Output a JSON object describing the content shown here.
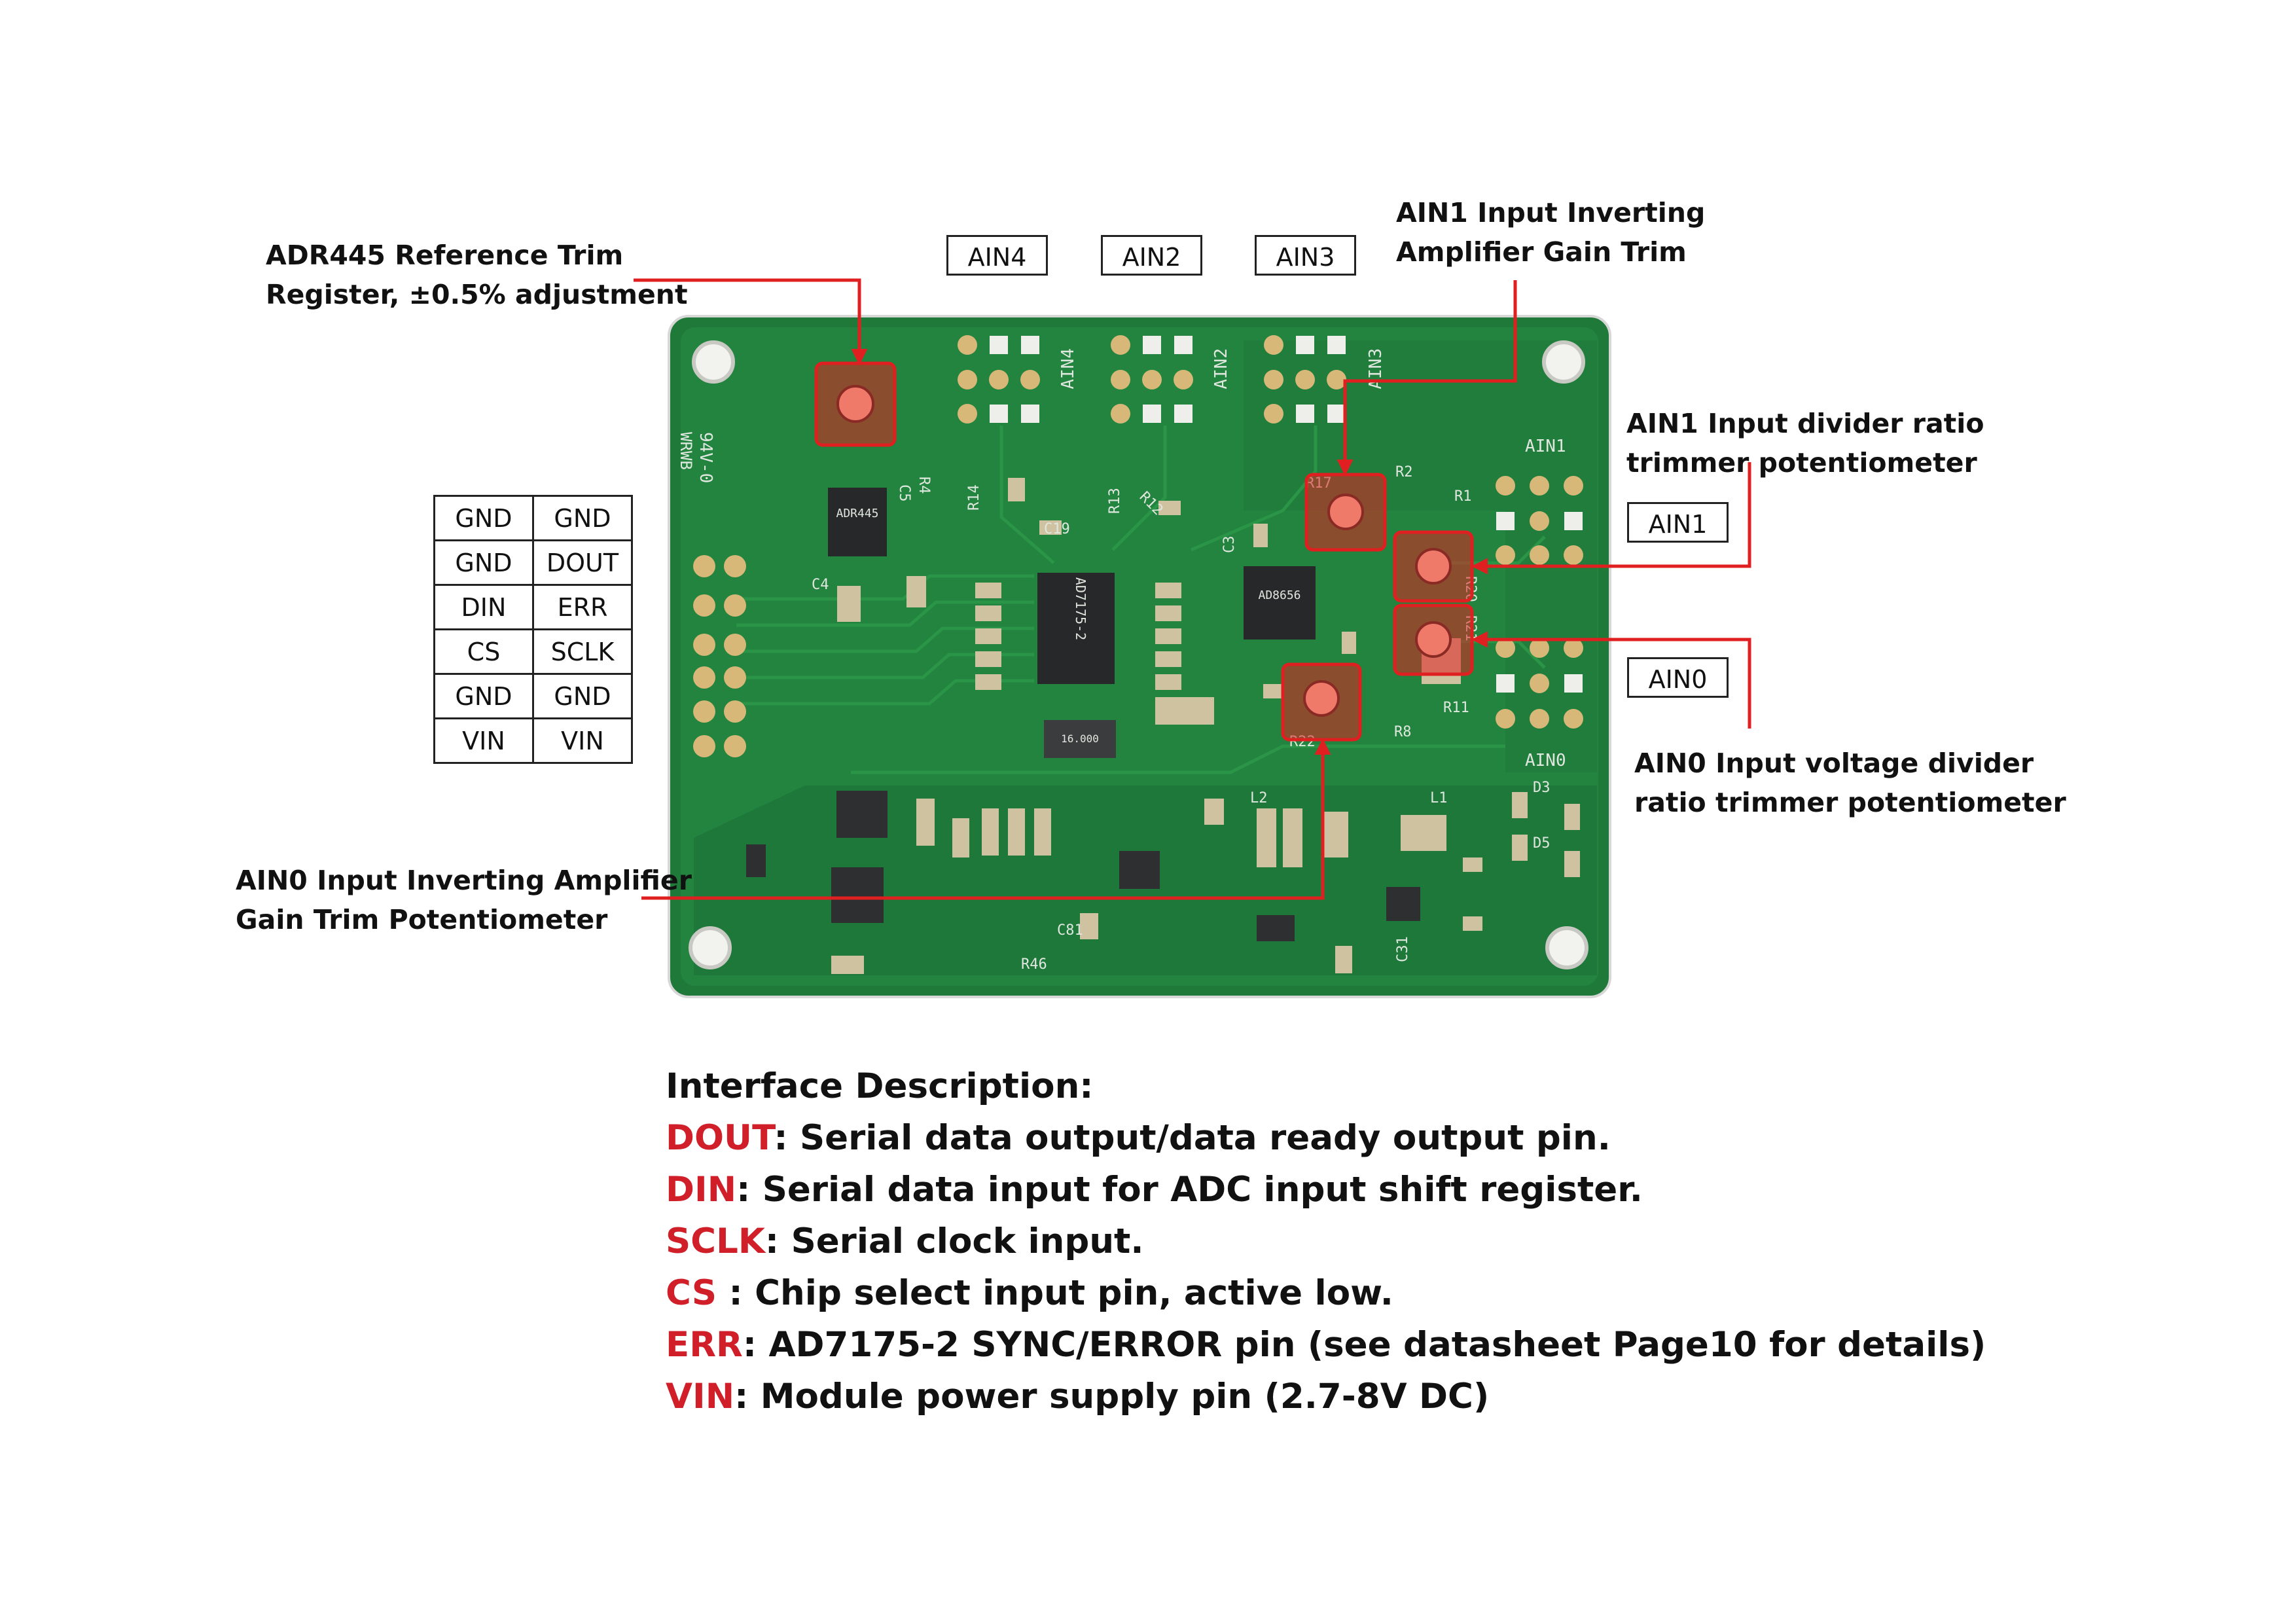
{
  "callouts": {
    "adr445": [
      "ADR445 Reference Trim",
      "Register, ±0.5% adjustment"
    ],
    "ain1_gain": [
      "AIN1 Input Inverting",
      "Amplifier Gain Trim"
    ],
    "ain1_divider": [
      "AIN1 Input divider ratio",
      "trimmer potentiometer"
    ],
    "ain0_divider": [
      "AIN0 Input voltage divider",
      "ratio trimmer potentiometer"
    ],
    "ain0_gain": [
      "AIN0 Input Inverting Amplifier",
      "Gain Trim Potentiometer"
    ]
  },
  "box_labels": {
    "ain4": "AIN4",
    "ain2": "AIN2",
    "ain3": "AIN3",
    "ain1": "AIN1",
    "ain0": "AIN0"
  },
  "pin_table": [
    [
      "GND",
      "GND"
    ],
    [
      "GND",
      "DOUT"
    ],
    [
      "DIN",
      "ERR"
    ],
    [
      "CS",
      "SCLK"
    ],
    [
      "GND",
      "GND"
    ],
    [
      "VIN",
      "VIN"
    ]
  ],
  "board": {
    "silkscreen": {
      "chip_main": "AD7175-2",
      "chip_ref": "ADR445",
      "chip_amp": "AD8656",
      "crystal": "16.000",
      "ul": "94V-0",
      "brand": "WRWB",
      "conn_labels": [
        "AIN4",
        "AIN2",
        "AIN3"
      ],
      "side_ain1": "AIN1",
      "side_ain0": "AIN0",
      "refdes": [
        "C5",
        "R4",
        "C4",
        "R14",
        "R13",
        "R12",
        "C19",
        "C3",
        "R17",
        "R2",
        "R1",
        "R20",
        "R21",
        "R22",
        "R8",
        "R11",
        "L2",
        "L1",
        "D3",
        "D5",
        "C81",
        "R46",
        "C31"
      ]
    },
    "colors": {
      "pcb": "#1f7a3a",
      "pcb_dark": "#15622c",
      "highlight": "#e02020",
      "trimmer": "#f07a6a",
      "pad": "#d8b878"
    }
  },
  "description": {
    "heading": "Interface Description:",
    "items": [
      {
        "pin": "DOUT",
        "text": ": Serial data output/data ready output pin."
      },
      {
        "pin": "DIN",
        "text": ": Serial data input for ADC input shift register."
      },
      {
        "pin": "SCLK",
        "text": ": Serial clock input."
      },
      {
        "pin": "CS",
        "text": " : Chip select input pin, active low."
      },
      {
        "pin": "ERR",
        "text": ": AD7175-2 SYNC/ERROR pin (see datasheet Page10 for details)"
      },
      {
        "pin": "VIN",
        "text": ": Module power supply pin (2.7-8V DC)"
      }
    ]
  }
}
